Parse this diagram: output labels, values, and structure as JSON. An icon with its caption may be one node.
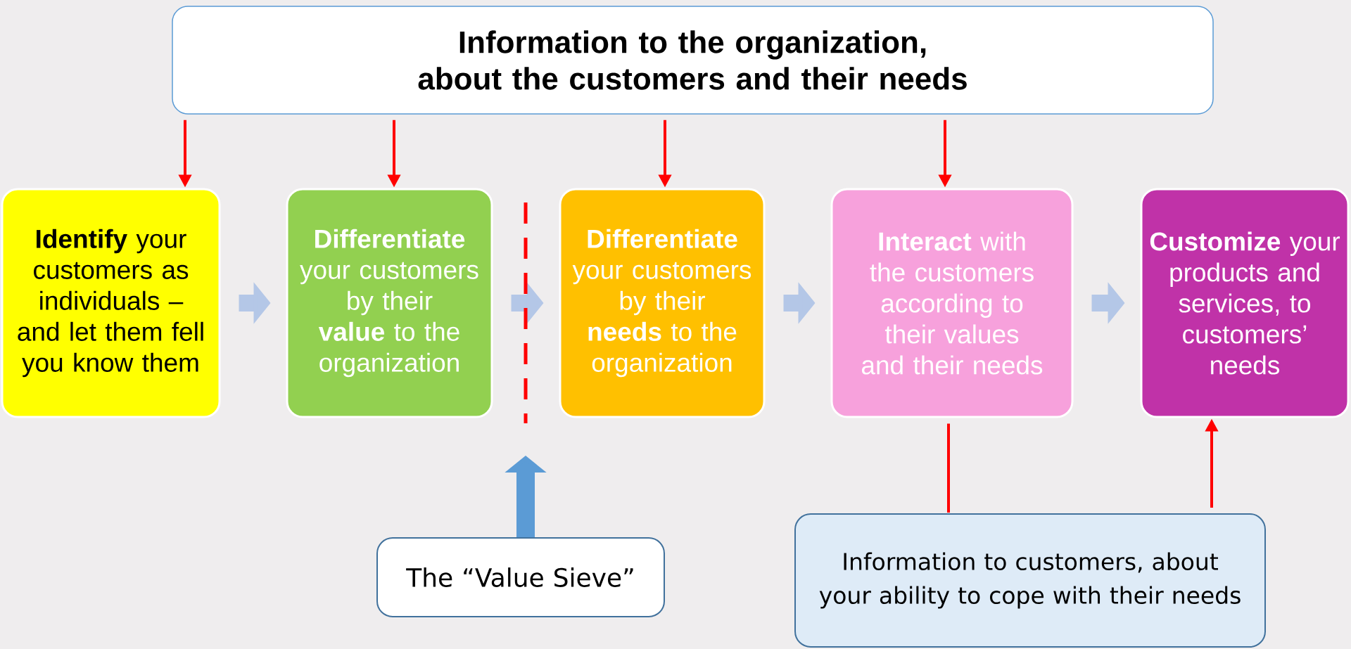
{
  "diagram": {
    "nodes": [
      {
        "text": [
          "Information to the organization, about the customers and their needs"
        ]
      },
      {
        "text": [
          "**Identify** your customers as individuals – and let them fell you know them"
        ]
      },
      {
        "text": [
          "**Differentiate** your customers by their **value** to the organization"
        ]
      },
      {
        "text": [
          "**Differentiate** your customers by their **needs** to the organization"
        ]
      },
      {
        "text": [
          "**Interact** with the customers according to their values and their needs"
        ]
      },
      {
        "text": [
          "**Customize** your products and services, to customers’ needs"
        ]
      },
      {
        "text": [
          "The “Value Sieve”"
        ]
      },
      {
        "text": [
          "Information to customers, about your ability to cope with their needs"
        ]
      }
    ],
    "edges": [
      {
        "from": 0,
        "to": 1,
        "arrow": "to"
      },
      {
        "from": 0,
        "to": 2,
        "arrow": "to"
      },
      {
        "from": 0,
        "to": 3,
        "arrow": "to"
      },
      {
        "from": 0,
        "to": 4,
        "arrow": "to"
      },
      {
        "from": 1,
        "to": 2,
        "arrow": "to",
        "style": "thick",
        "color": "#b4c7e7"
      },
      {
        "from": 2,
        "to": 3,
        "arrow": "to",
        "style": "thick",
        "color": "#b4c7e7"
      },
      {
        "from": 3,
        "to": 4,
        "arrow": "to",
        "style": "thick",
        "color": "#b4c7e7"
      },
      {
        "from": 4,
        "to": 5,
        "arrow": "to",
        "style": "thick",
        "color": "#b4c7e7"
      },
      {
        "from": 6,
        "to": null,
        "arrow": "to",
        "style": "thick",
        "color": "#5b9bd5"
      },
      {
        "from": 4,
        "to": 7,
        "arrow": "none"
      },
      {
        "from": 7,
        "to": 5,
        "arrow": "to"
      }
    ]
  }
}
